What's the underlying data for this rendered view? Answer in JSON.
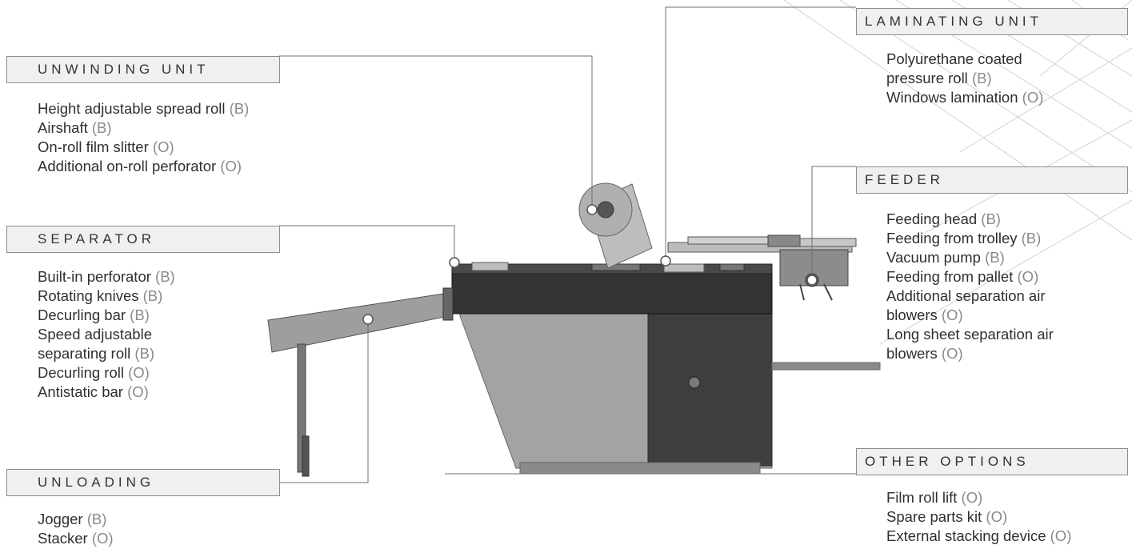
{
  "sections": {
    "unwinding": {
      "title": "UNWINDING UNIT",
      "items": [
        {
          "text": "Height adjustable spread roll",
          "tag": "(B)"
        },
        {
          "text": "Airshaft",
          "tag": "(B)"
        },
        {
          "text": "On-roll film slitter",
          "tag": "(O)"
        },
        {
          "text": "Additional on-roll perforator",
          "tag": "(O)"
        }
      ]
    },
    "separator": {
      "title": "SEPARATOR",
      "items": [
        {
          "text": "Built-in perforator",
          "tag": "(B)"
        },
        {
          "text": "Rotating knives",
          "tag": "(B)"
        },
        {
          "text": "Decurling bar",
          "tag": "(B)"
        },
        {
          "text": "Speed adjustable",
          "tag": ""
        },
        {
          "text": "separating roll",
          "tag": "(B)"
        },
        {
          "text": "Decurling roll",
          "tag": "(O)"
        },
        {
          "text": "Antistatic bar",
          "tag": "(O)"
        }
      ]
    },
    "unloading": {
      "title": "UNLOADING",
      "items": [
        {
          "text": "Jogger",
          "tag": "(B)"
        },
        {
          "text": "Stacker",
          "tag": "(O)"
        }
      ]
    },
    "laminating": {
      "title": "LAMINATING UNIT",
      "items": [
        {
          "text": "Polyurethane coated",
          "tag": ""
        },
        {
          "text": "pressure roll",
          "tag": "(B)"
        },
        {
          "text": "Windows lamination",
          "tag": "(O)"
        }
      ]
    },
    "feeder": {
      "title": "FEEDER",
      "items": [
        {
          "text": "Feeding head",
          "tag": "(B)"
        },
        {
          "text": "Feeding from trolley",
          "tag": "(B)"
        },
        {
          "text": "Vacuum pump",
          "tag": "(B)"
        },
        {
          "text": "Feeding from pallet",
          "tag": "(O)"
        },
        {
          "text": "Additional separation air",
          "tag": ""
        },
        {
          "text": "blowers",
          "tag": "(O)"
        },
        {
          "text": "Long sheet separation air",
          "tag": ""
        },
        {
          "text": "blowers",
          "tag": "(O)"
        }
      ]
    },
    "other": {
      "title": "OTHER OPTIONS",
      "items": [
        {
          "text": "Film roll lift",
          "tag": "(O)"
        },
        {
          "text": "Spare parts kit",
          "tag": "(O)"
        },
        {
          "text": "External stacking device",
          "tag": "(O)"
        }
      ]
    }
  },
  "colors": {
    "header_bg": "#f0f0f0",
    "header_border": "#8c8c8c",
    "tag_text": "#8a8a8a",
    "machine_dark": "#3a3a3a",
    "machine_light": "#9a9a9a"
  }
}
